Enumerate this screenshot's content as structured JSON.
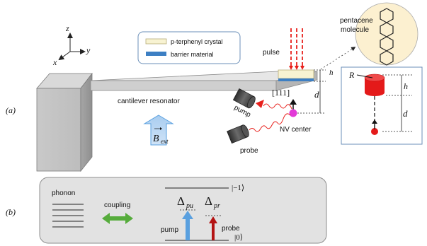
{
  "panel_labels": {
    "a": "(a)",
    "b": "(b)"
  },
  "axes": {
    "z": "z",
    "y": "y",
    "x": "x"
  },
  "legend": {
    "crystal": "p-terphenyl crystal",
    "barrier": "barrier material"
  },
  "labels": {
    "pulse": "pulse",
    "pentacene": "pentacene",
    "molecule": "molecule",
    "h": "h",
    "d": "d",
    "direction": "[111]",
    "cantilever": "cantilever resonator",
    "pump": "pump",
    "probe": "probe",
    "nv_center": "NV center",
    "bext_main": "B",
    "bext_sub": "ext",
    "inset_R": "R",
    "inset_h": "h",
    "inset_d": "d"
  },
  "panel_b": {
    "phonon": "phonon",
    "coupling": "coupling",
    "delta": "Δ",
    "delta_pu_sub": "pu",
    "delta_pr_sub": "pr",
    "pump": "pump",
    "probe": "probe",
    "state_minus1": "|−1⟩",
    "state_0": "|0⟩"
  },
  "colors": {
    "crystal": "#f8f3d2",
    "barrier": "#3d7fc3",
    "pulse": "#e8201c",
    "inset_bg": "#fcf0d0",
    "magnet": "#e41a1a",
    "nv": "#e23ad8",
    "arrow_blue": "#5aa0df",
    "coupling": "#56ac3c",
    "probe_arrow": "#b41313",
    "panel_b_bg": "#e2e2e2"
  }
}
